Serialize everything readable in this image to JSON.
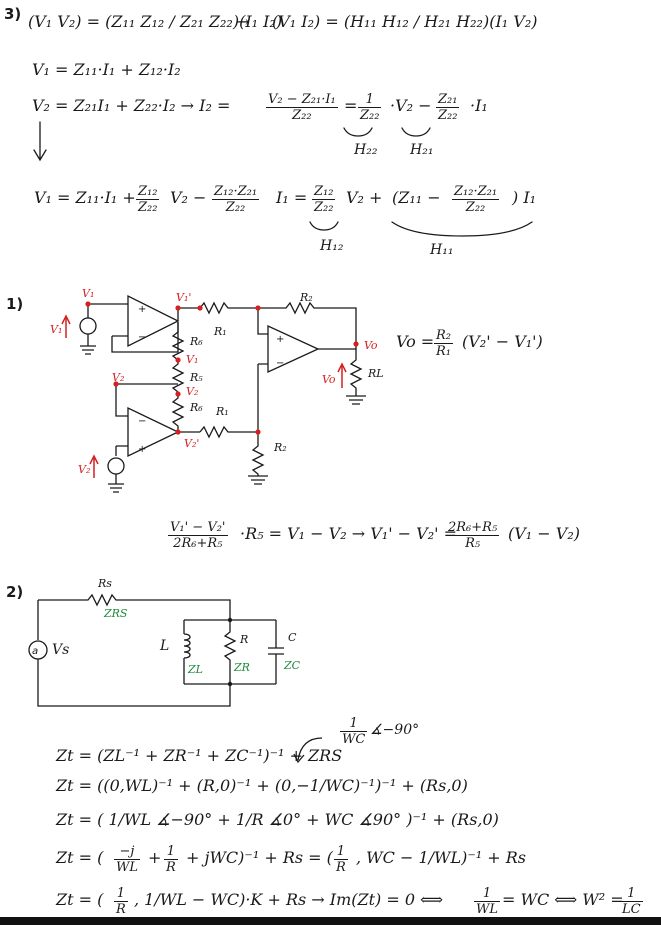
{
  "sections": {
    "s3": "3)",
    "s1": "1)",
    "s2": "2)"
  },
  "part3": {
    "matrix_eq": "(V₁ V₂) = (Z₁₁ Z₁₂ / Z₂₁ Z₂₂)(I₁ I₂)",
    "arrow": "→",
    "h_eq": "(V₁ I₂) = (H₁₁ H₁₂ / H₂₁ H₂₂)(I₁ V₂)",
    "line1": "V₁ = Z₁₁·I₁ + Z₁₂·I₂",
    "line2_left": "V₂ = Z₂₁I₁ + Z₂₂·I₂ → I₂ =",
    "line2_frac_num": "V₂ − Z₂₁·I₁",
    "line2_frac_den": "Z₂₂",
    "line2_eq": "=",
    "line2_f1_num": "1",
    "line2_f1_den": "Z₂₂",
    "line2_mid": "·V₂ −",
    "line2_f2_num": "Z₂₁",
    "line2_f2_den": "Z₂₂",
    "line2_end": "·I₁",
    "h22": "H₂₂",
    "h21": "H₂₁",
    "line3_left": "V₁ = Z₁₁·I₁ +",
    "line3_f1_num": "Z₁₂",
    "line3_f1_den": "Z₂₂",
    "line3_mid1": "V₂ −",
    "line3_f2_num": "Z₁₂·Z₂₁",
    "line3_f2_den": "Z₂₂",
    "line3_mid2": "I₁ =",
    "line3_f3_num": "Z₁₂",
    "line3_f3_den": "Z₂₂",
    "line3_mid3": "V₂ +",
    "line3_paren_left": "(Z₁₁ −",
    "line3_f4_num": "Z₁₂·Z₂₁",
    "line3_f4_den": "Z₂₂",
    "line3_paren_right": ") I₁",
    "h12": "H₁₂",
    "h11": "H₁₁"
  },
  "part1": {
    "v1": "V₁",
    "v1_prime": "V₁'",
    "v1_src": "V₁",
    "r2_top": "R₂",
    "r6_a": "R₆",
    "r1": "R₁",
    "v1_node": "V₁",
    "r5": "R₅",
    "v2_node": "V₂",
    "v2": "V₂",
    "r6_b": "R₆",
    "r1_b": "R₁",
    "v2_prime": "V₂'",
    "r2_bot": "R₂",
    "v2_src": "V₂",
    "vo": "Vo",
    "vo_src": "Vo",
    "rl": "RL",
    "vo_eq_left": "Vo =",
    "vo_f_num": "R₂",
    "vo_f_den": "R₁",
    "vo_eq_right": "(V₂' − V₁')",
    "gain_f1_num": "V₁' − V₂'",
    "gain_f1_den": "2R₆+R₅",
    "gain_mid": "·R₅ = V₁ − V₂ → V₁' − V₂' =",
    "gain_f2_num": "2R₆+R₅",
    "gain_f2_den": "R₅",
    "gain_end": "(V₁ − V₂)"
  },
  "part2": {
    "rs": "Rs",
    "zrs": "ZRS",
    "vs": "Vs",
    "l": "L",
    "r": "R",
    "c": "C",
    "zl": "ZL",
    "zr": "ZR",
    "zc": "ZC",
    "note_num": "1",
    "note_den": "WC",
    "note_angle": "∡−90°",
    "eq1": "Zt = (ZL⁻¹ + ZR⁻¹ + ZC⁻¹)⁻¹ + ZRS",
    "eq2": "Zt = ((0,WL)⁻¹ + (R,0)⁻¹ + (0,−1/WC)⁻¹)⁻¹ + (Rs,0)",
    "eq3": "Zt = ( 1/WL ∡−90° + 1/R ∡0° + WC ∡90° )⁻¹ + (Rs,0)",
    "eq4_left": "Zt = (",
    "eq4_f1_num": "−j",
    "eq4_f1_den": "WL",
    "eq4_plus": "+",
    "eq4_f2_num": "1",
    "eq4_f2_den": "R",
    "eq4_mid": "+ jWC)⁻¹ + Rs = (",
    "eq4_f3_num": "1",
    "eq4_f3_den": "R",
    "eq4_right": ", WC − 1/WL)⁻¹ + Rs",
    "eq5_left": "Zt = (",
    "eq5_f1_num": "1",
    "eq5_f1_den": "R",
    "eq5_mid": ", 1/WL − WC)·K + Rs → Im(Zt) = 0 ⟺",
    "eq5_f2_num": "1",
    "eq5_f2_den": "WL",
    "eq5_mid2": "= WC ⟺ W² =",
    "eq5_f3_num": "1",
    "eq5_f3_den": "LC"
  }
}
